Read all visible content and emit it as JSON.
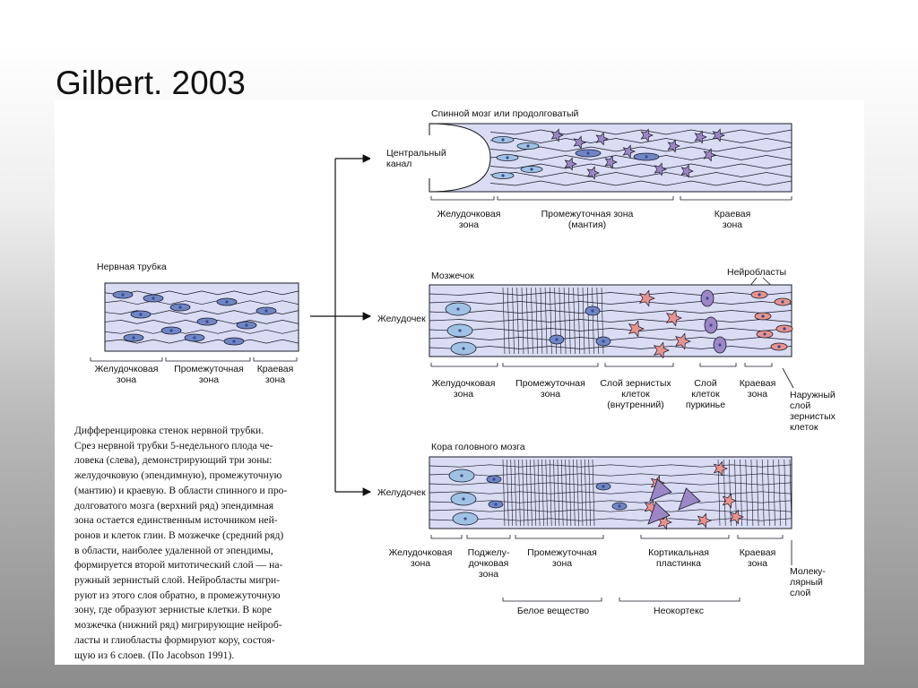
{
  "slide": {
    "title": "Gilbert. 2003"
  },
  "diagram": {
    "neural_tube": {
      "title": "Нервная трубка",
      "zones": [
        "Желудочковая\nзона",
        "Промежуточная\nзона",
        "Краевая\nзона"
      ]
    },
    "spinal": {
      "title": "Спинной мозг или продолговатый",
      "canal_label": "Центральный\nканал",
      "zones": [
        "Желудочковая\nзона",
        "Промежуточная зона\n(мантия)",
        "Краевая\nзона"
      ]
    },
    "cerebellum": {
      "title": "Мозжечок",
      "ventricle": "Желудочек",
      "neuroblasts": "Нейробласты",
      "zones": [
        "Желудочковая\nзона",
        "Промежуточная\nзона",
        "Слой зернистых\nклеток\n(внутренний)",
        "Слой\nклеток\nпуркинье",
        "Краевая\nзона",
        "Наружный\nслой\nзернистых\nклеток"
      ]
    },
    "cortex": {
      "title": "Кора головного мозга",
      "ventricle": "Желудочек",
      "zones": [
        "Желудочковая\nзона",
        "Поджелу-\nдочковая\nзона",
        "Промежуточная\nзона",
        "Кортикальная\nпластинка",
        "Краевая\nзона",
        "Молеку-\nлярный\nслой"
      ],
      "groups": [
        "Белое вещество",
        "Неокортекс"
      ]
    },
    "colors": {
      "tissue": "#d9dcf2",
      "cell": "#6f86c6",
      "cell_light": "#9fc2e4",
      "neuron": "#9b86c6",
      "pink": "#e8928e",
      "line": "#1a1a2a"
    }
  },
  "caption": {
    "lines": [
      "Дифференцировка стенок нервной трубки.",
      "Срез нервной трубки 5-недельного плода че-",
      "ловека (слева), демонстрирующий три зоны:",
      "желудочковую (эпендимную), промежуточную",
      "(мантию) и краевую. В области спинного и про-",
      "долговатого мозга (верхний ряд) эпендимная",
      "зона остается единственным источником ней-",
      "ронов и клеток глии. В мозжечке (средний ряд)",
      "в области, наиболее удаленной от эпендимы,",
      "формируется второй митотический слой — на-",
      "ружный зернистый слой. Нейробласты мигри-",
      "руют из этого слоя обратно, в промежуточную",
      "зону, где образуют зернистые клетки. В коре",
      "мозжечка (нижний ряд) мигрирующие нейроб-",
      "ласты и глиобласты формируют кору, состоя-",
      "щую из 6 слоев. (По Jacobson 1991)."
    ]
  }
}
